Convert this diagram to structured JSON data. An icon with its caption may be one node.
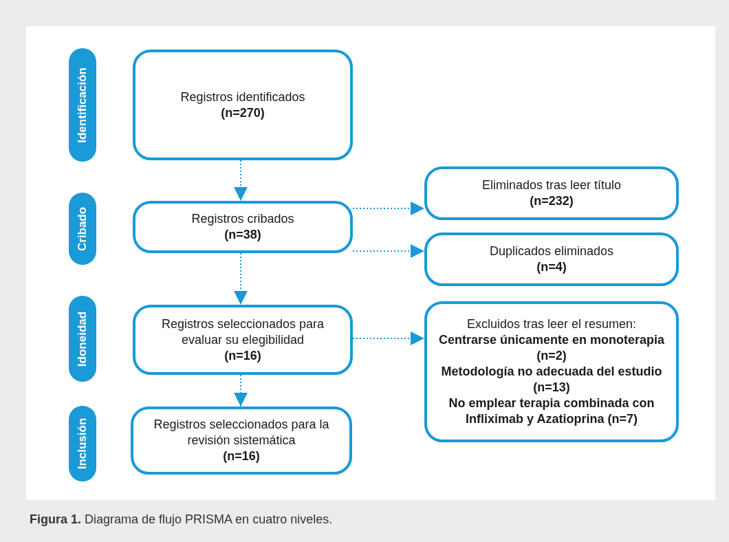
{
  "diagram": {
    "caption": "**Figura 1.** Diagrama de flujo PRISMA en cuatro niveles.",
    "nodes": [
      {
        "text": [
          "Identificación"
        ]
      },
      {
        "text": [
          "Cribado"
        ]
      },
      {
        "text": [
          "Idoneidad"
        ]
      },
      {
        "text": [
          "Inclusión"
        ]
      },
      {
        "text": [
          "Registros identificados",
          "(n=270)"
        ]
      },
      {
        "text": [
          "Registros cribados",
          "(n=38)"
        ]
      },
      {
        "text": [
          "Registros seleccionados para evaluar su elegibilidad",
          "(n=16)"
        ]
      },
      {
        "text": [
          "Registros seleccionados para la revisión sistemática",
          "(n=16)"
        ]
      },
      {
        "text": [
          "Eliminados tras leer título",
          "(n=232)"
        ]
      },
      {
        "text": [
          "Duplicados eliminados",
          "(n=4)"
        ]
      },
      {
        "text": [
          "Excluidos tras leer el resumen:",
          "Centrarse únicamente en monoterapia (n=2)",
          "Metodología no adecuada del estudio (n=13)",
          "No emplear terapia combinada con Infliximab y Azatioprina (n=7)"
        ]
      }
    ],
    "edges": [
      {
        "from": 4,
        "to": 5,
        "arrow": "to",
        "style": "dashed"
      },
      {
        "from": 5,
        "to": 6,
        "arrow": "to",
        "style": "dashed"
      },
      {
        "from": 6,
        "to": 7,
        "arrow": "to",
        "style": "dashed"
      },
      {
        "from": 5,
        "to": 8,
        "arrow": "to",
        "style": "dashed"
      },
      {
        "from": 5,
        "to": 9,
        "arrow": "to",
        "style": "dashed"
      },
      {
        "from": 6,
        "to": 10,
        "arrow": "to",
        "style": "dashed"
      }
    ]
  }
}
